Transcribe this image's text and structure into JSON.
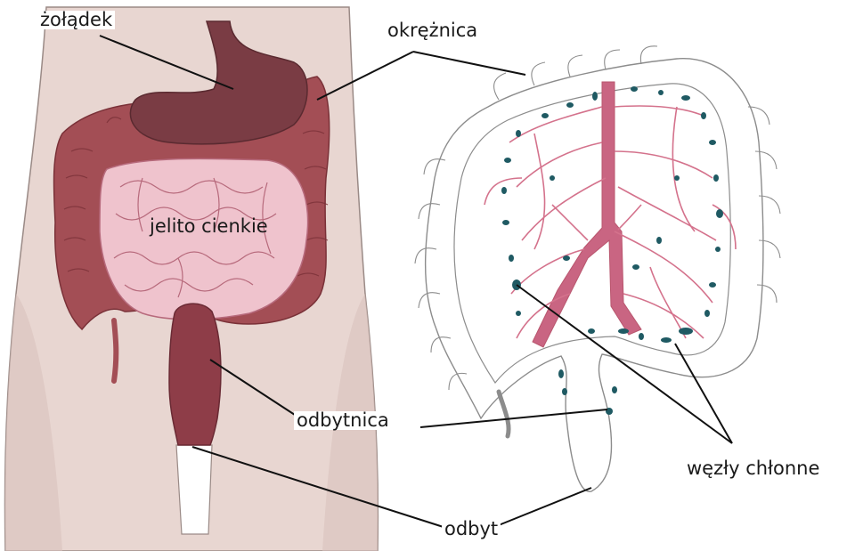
{
  "labels": {
    "stomach": "żołądek",
    "colon": "okrężnica",
    "small_intestine": "jelito cienkie",
    "rectum": "odbytnica",
    "anus": "odbyt",
    "lymph_nodes": "węzły chłonne"
  },
  "colors": {
    "body_skin": "#e8d6d1",
    "body_outline": "#9a8a86",
    "stomach": "#7a3c44",
    "colon": "#a34e55",
    "small_intestine": "#efc3cd",
    "small_intestine_line": "#b76a7c",
    "rectum": "#8e3d48",
    "vessel": "#d4728c",
    "vessel_dark": "#b9566e",
    "lymph_node": "#1f5a63",
    "outline": "#9a9a9a",
    "leader_line": "#111111"
  }
}
